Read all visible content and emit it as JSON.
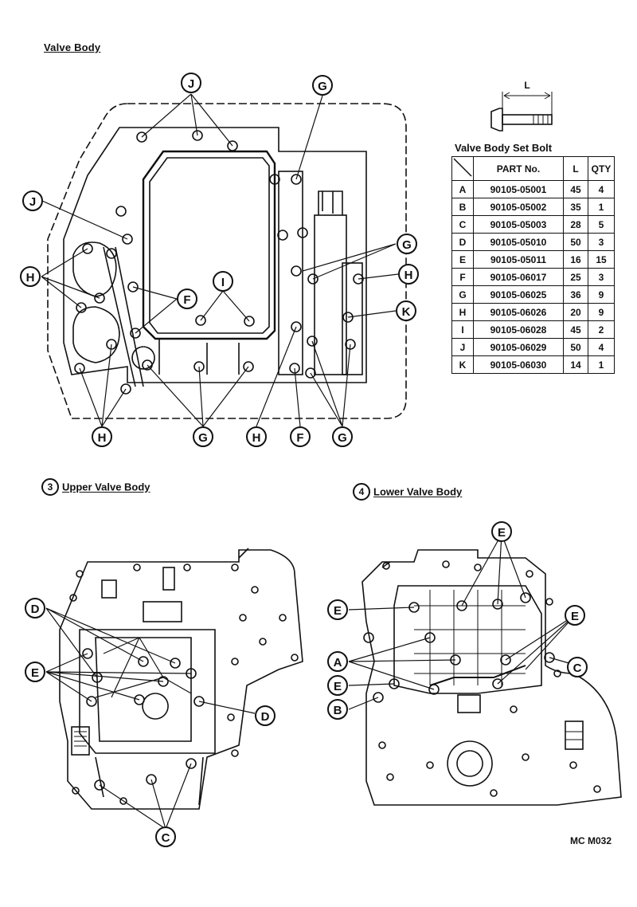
{
  "titles": {
    "main": "Valve Body",
    "upper_num": "3",
    "upper": "Upper Valve Body",
    "lower_num": "4",
    "lower": "Lower Valve Body"
  },
  "bolt_dim_label": "L",
  "table": {
    "title": "Valve Body Set Bolt",
    "headers": {
      "part": "PART No.",
      "length": "L",
      "qty": "QTY"
    },
    "rows": [
      {
        "letter": "A",
        "part": "90105-05001",
        "length": "45",
        "qty": "4"
      },
      {
        "letter": "B",
        "part": "90105-05002",
        "length": "35",
        "qty": "1"
      },
      {
        "letter": "C",
        "part": "90105-05003",
        "length": "28",
        "qty": "5"
      },
      {
        "letter": "D",
        "part": "90105-05010",
        "length": "50",
        "qty": "3"
      },
      {
        "letter": "E",
        "part": "90105-05011",
        "length": "16",
        "qty": "15"
      },
      {
        "letter": "F",
        "part": "90105-06017",
        "length": "25",
        "qty": "3"
      },
      {
        "letter": "G",
        "part": "90105-06025",
        "length": "36",
        "qty": "9"
      },
      {
        "letter": "H",
        "part": "90105-06026",
        "length": "20",
        "qty": "9"
      },
      {
        "letter": "I",
        "part": "90105-06028",
        "length": "45",
        "qty": "2"
      },
      {
        "letter": "J",
        "part": "90105-06029",
        "length": "50",
        "qty": "4"
      },
      {
        "letter": "K",
        "part": "90105-06030",
        "length": "14",
        "qty": "1"
      }
    ]
  },
  "figure_code": "MC M032",
  "callouts": {
    "main_j_top": "J",
    "main_g_top": "G",
    "main_j_left": "J",
    "main_h_left": "H",
    "main_f": "F",
    "main_i": "I",
    "main_g_right": "G",
    "main_h_right": "H",
    "main_k": "K",
    "main_h_bottom_left": "H",
    "main_g_bottom": "G",
    "main_h_bottom": "H",
    "main_f_bottom": "F",
    "main_g_bottom_right": "G",
    "upper_d_left": "D",
    "upper_e_left": "E",
    "upper_d_right": "D",
    "upper_c": "C",
    "lower_e_top": "E",
    "lower_e_left_top": "E",
    "lower_e_right": "E",
    "lower_a": "A",
    "lower_c": "C",
    "lower_e_left_bottom": "E",
    "lower_b": "B"
  }
}
